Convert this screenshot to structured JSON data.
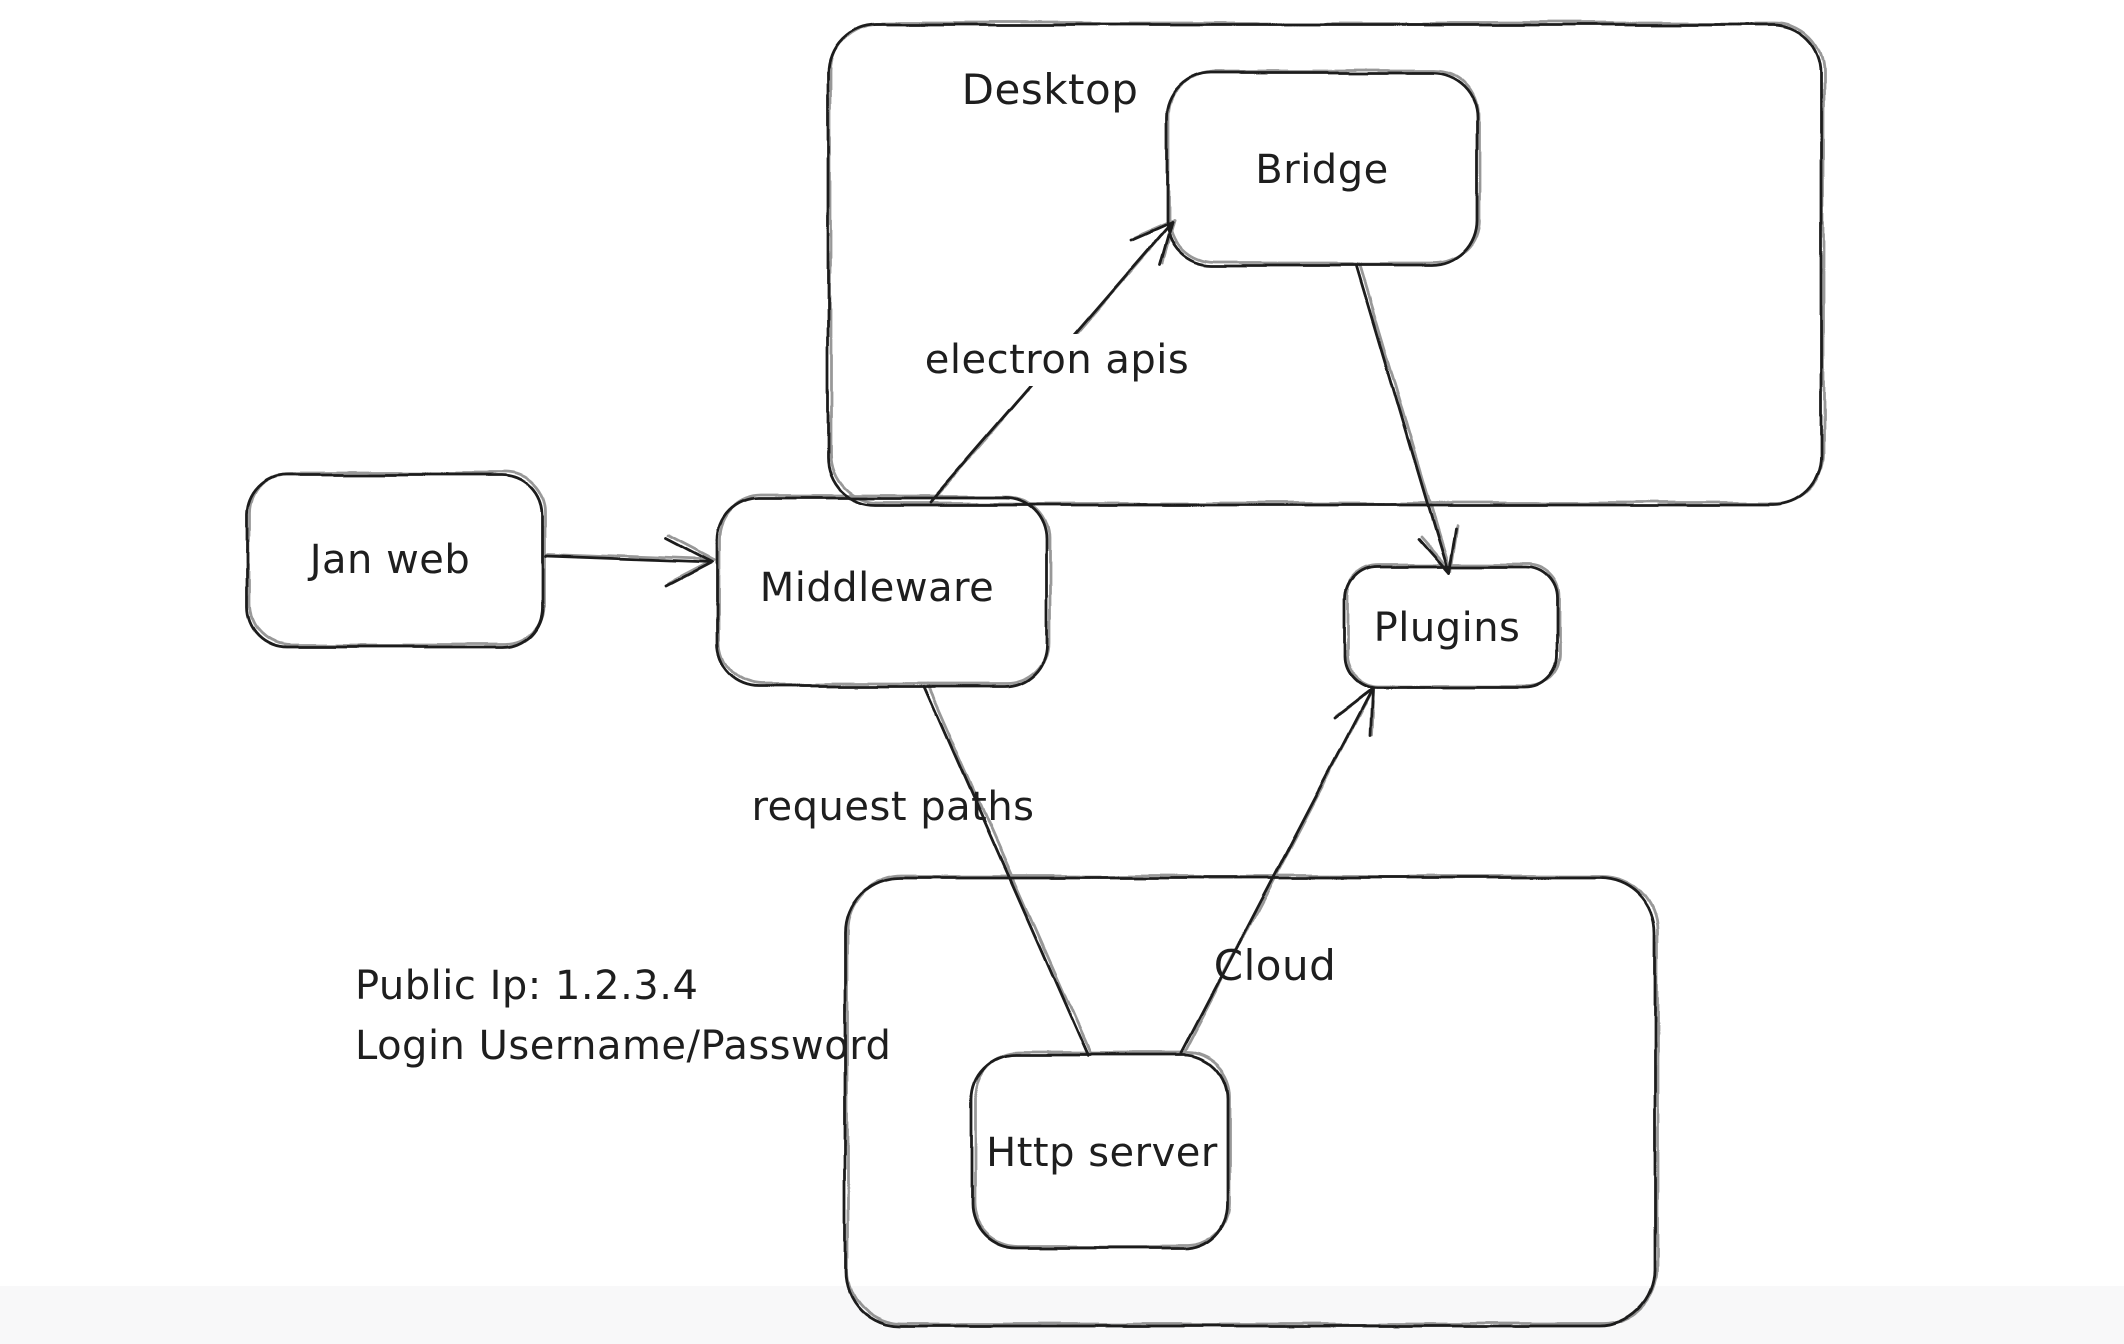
{
  "canvas": {
    "background": "#ffffff",
    "stroke_color": "#1e1e1e"
  },
  "diagram": {
    "containers": [
      {
        "id": "desktop",
        "label": "Desktop"
      },
      {
        "id": "cloud",
        "label": "Cloud"
      }
    ],
    "nodes": [
      {
        "id": "jan-web",
        "label": "Jan web"
      },
      {
        "id": "middleware",
        "label": "Middleware"
      },
      {
        "id": "bridge",
        "label": "Bridge"
      },
      {
        "id": "plugins",
        "label": "Plugins"
      },
      {
        "id": "http-server",
        "label": "Http server"
      }
    ],
    "edges": [
      {
        "from": "jan-web",
        "to": "middleware",
        "label": ""
      },
      {
        "from": "middleware",
        "to": "bridge",
        "label": "electron apis"
      },
      {
        "from": "bridge",
        "to": "plugins",
        "label": ""
      },
      {
        "from": "middleware",
        "to": "http-server",
        "label": "request paths"
      },
      {
        "from": "http-server",
        "to": "plugins",
        "label": ""
      }
    ],
    "annotations": [
      {
        "id": "public-ip",
        "text": "Public Ip: 1.2.3.4"
      },
      {
        "id": "login",
        "text": "Login Username/Password"
      }
    ]
  }
}
